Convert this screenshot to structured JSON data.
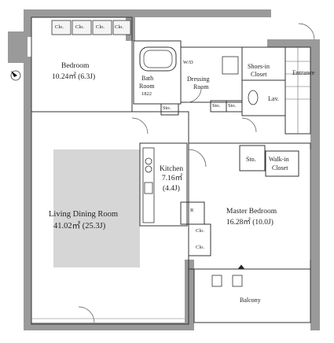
{
  "rooms": {
    "bedroom": {
      "name": "Bedroom",
      "area": "10.24㎡ (6.3J)"
    },
    "bath": {
      "name1": "Bath",
      "name2": "Room",
      "size": "1822"
    },
    "wd": {
      "name": "W/D"
    },
    "dressing": {
      "name1": "Dressing",
      "name2": "Room"
    },
    "shoes": {
      "name1": "Shoes-in",
      "name2": "Closet"
    },
    "entrance": {
      "name": "Entrance"
    },
    "lav": {
      "name": "Lav."
    },
    "kitchen": {
      "name": "Kitchen",
      "area1": "7.16㎡",
      "area2": "(4.4J)"
    },
    "living": {
      "name": "Living Dining Room",
      "area": "41.02㎡ (25.3J)"
    },
    "master": {
      "name": "Master Bedroom",
      "area": "16.28㎡ (10.0J)"
    },
    "walkin": {
      "name1": "Walk-in",
      "name2": "Closet"
    },
    "balcony": {
      "name": "Balcony"
    }
  },
  "storage": {
    "sto": "Sto.",
    "clo": "Clo.",
    "r": "R"
  },
  "compass": {
    "label": "N"
  },
  "colors": {
    "wall": "#8c8c8c",
    "floor_grey": "#d4d4d4",
    "line": "#333333"
  }
}
